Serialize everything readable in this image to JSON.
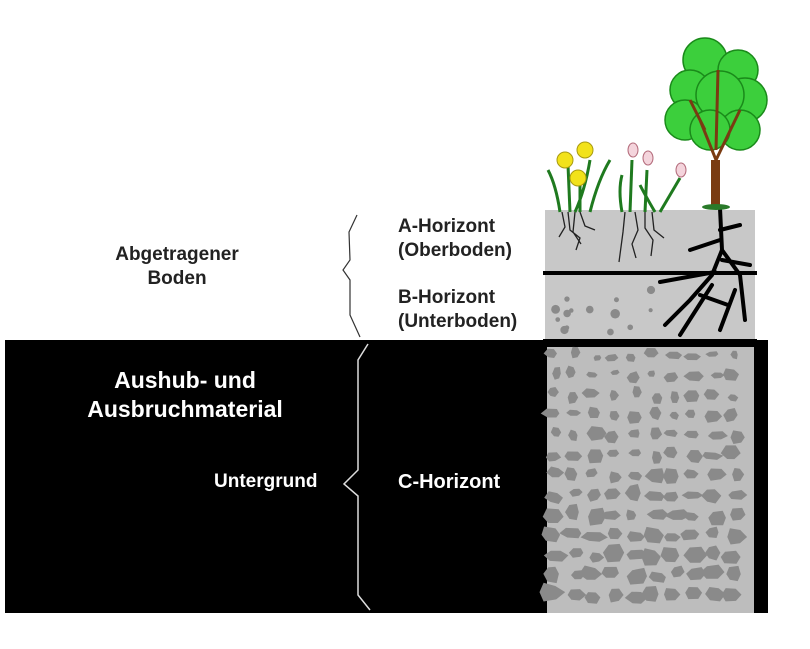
{
  "labels": {
    "removed_soil": [
      "Abgetragener",
      "Boden"
    ],
    "excavation": [
      "Aushub- und",
      "Ausbruchmaterial"
    ],
    "subsoil_base": "Untergrund",
    "a_horizon": [
      "A-Horizont",
      "(Oberboden)"
    ],
    "b_horizon": [
      "B-Horizont",
      "(Unterboden)"
    ],
    "c_horizon": "C-Horizont"
  },
  "colors": {
    "background_block": "#000000",
    "horizon_ab": "#c8c8c8",
    "horizon_c": "#bdbdbd",
    "stones": "#8a8a8a",
    "foliage": "#3ccf3c",
    "trunk": "#7a3b12",
    "daffodil": "#f2e21a",
    "tulip": "#f4d4dc"
  }
}
